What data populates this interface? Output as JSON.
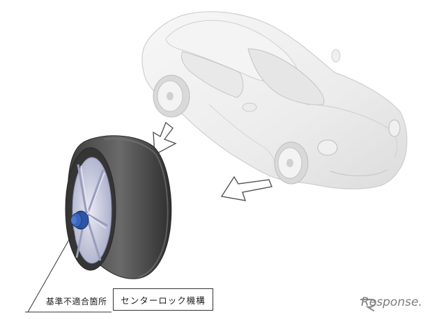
{
  "labels": {
    "defect_location": "基準不適合箇所",
    "mechanism": "センターロック機構"
  },
  "watermark": {
    "text": "Response."
  },
  "colors": {
    "car_body": "#f2f2f2",
    "car_outline": "#c8c8c8",
    "tire": "#4a4a4a",
    "wheel": "#c9cbe0",
    "center_lock": "#2a4f9c"
  },
  "icons": [
    "arrow-down-left-icon",
    "arrow-left-icon",
    "leader-line-icon"
  ]
}
